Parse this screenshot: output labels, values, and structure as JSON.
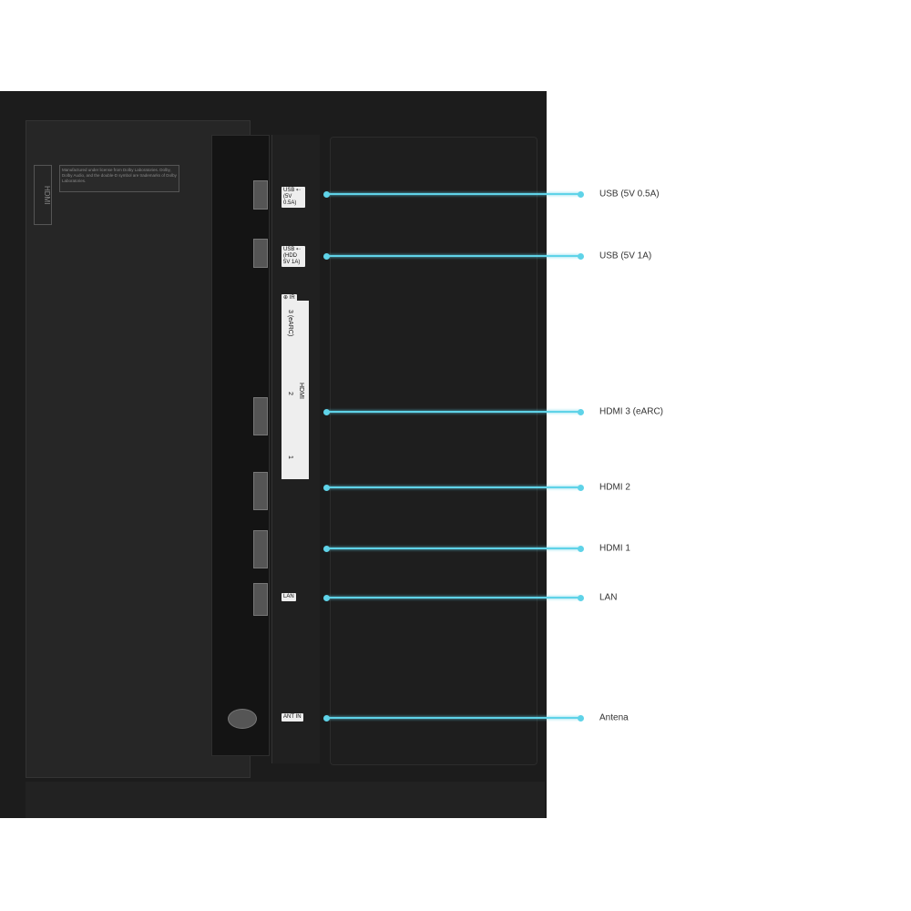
{
  "sticker_text": "Manufactured under license from Dolby Laboratories. Dolby, Dolby Audio, and the double-D symbol are trademarks of Dolby Laboratories.",
  "hdmi_logo": "HDMI",
  "port_labels": {
    "usb1": "USB ⇠ (5V 0.5A)",
    "usb2": "USB ⇠ (HDD 5V 1A)",
    "ir": "⊕ IR",
    "hdmi3": "3 (eARC)",
    "hdmi": "HDMI",
    "hdmi2": "2",
    "hdmi1": "1",
    "lan": "LAN",
    "ant": "ANT IN"
  },
  "callouts": [
    "USB (5V 0.5A)",
    "USB (5V 1A)",
    "HDMI 3 (eARC)",
    "HDMI 2",
    "HDMI 1",
    "LAN",
    "Antena"
  ],
  "accent_color": "#5fd3e8"
}
